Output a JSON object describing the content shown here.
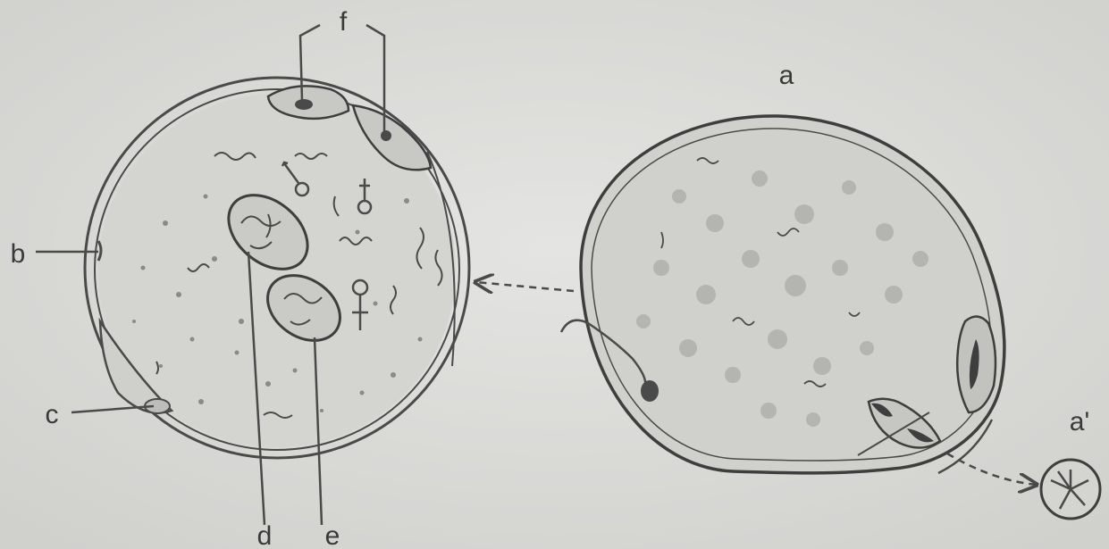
{
  "labels": {
    "a": "a",
    "a_prime": "a'",
    "b": "b",
    "c": "c",
    "d": "d",
    "e": "e",
    "f": "f"
  }
}
